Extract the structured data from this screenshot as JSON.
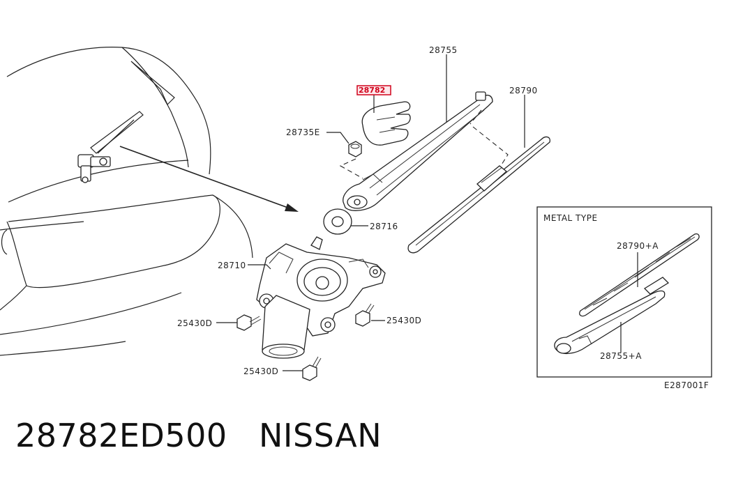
{
  "labels": {
    "p28755": "28755",
    "p28782": "28782",
    "p28790": "28790",
    "p28735e": "28735E",
    "p28716": "28716",
    "p28710": "28710",
    "p25430d_left": "25430D",
    "p25430d_right": "25430D",
    "p25430d_bottom": "25430D",
    "metal_type": "METAL TYPE",
    "p28790a": "28790+A",
    "p28755a": "28755+A",
    "diagram_code": "E287001F"
  },
  "caption": {
    "part_number": "28782ED500",
    "brand": "NISSAN"
  },
  "colors": {
    "highlight": "#d0021b",
    "line": "#222222"
  }
}
